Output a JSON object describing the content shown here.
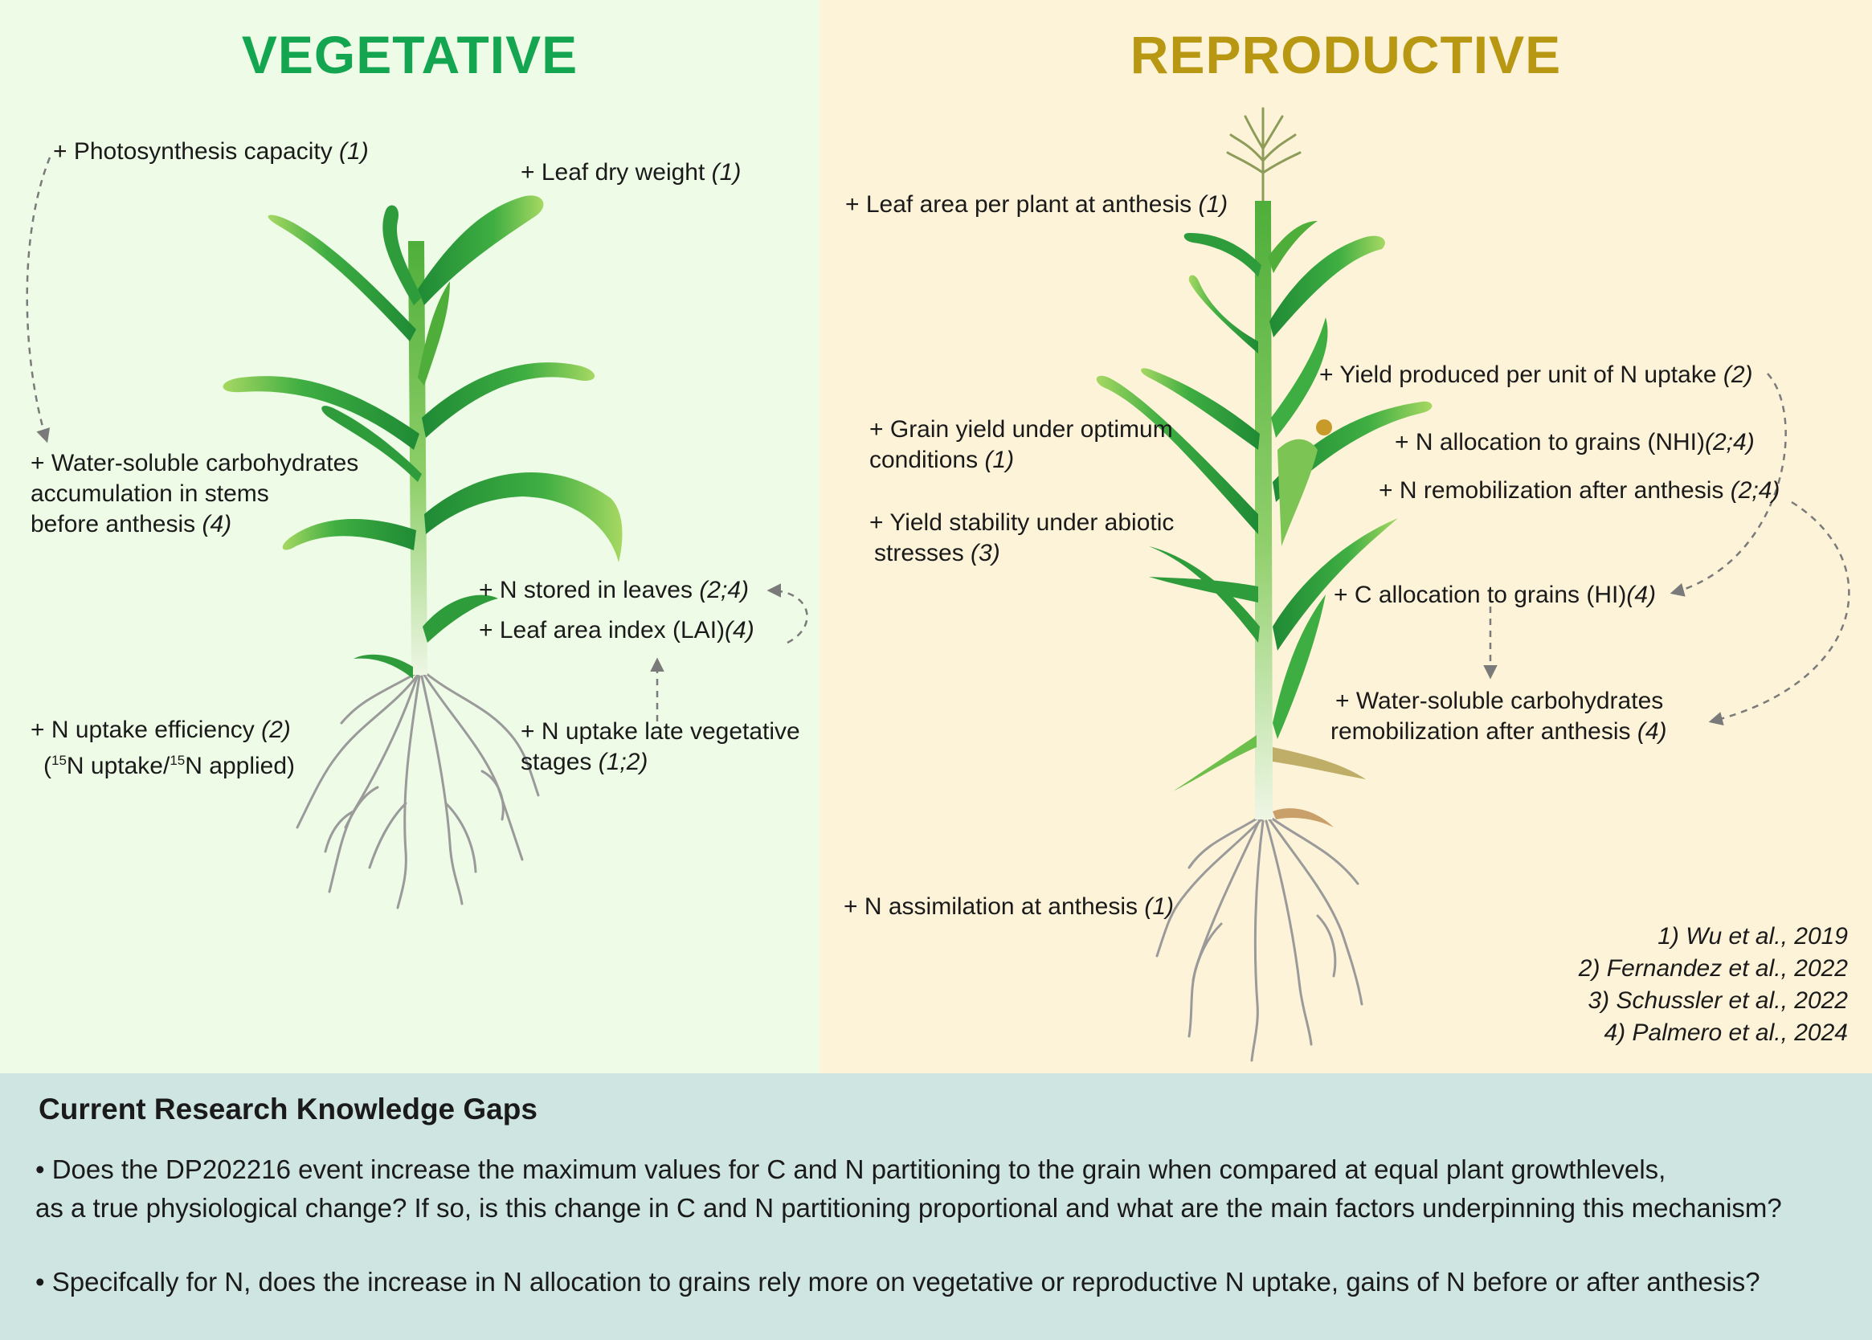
{
  "titles": {
    "vegetative": "VEGETATIVE",
    "reproductive": "REPRODUCTIVE"
  },
  "vegetative": {
    "photosynthesis": {
      "text": "+ Photosynthesis capacity ",
      "ref": "(1)"
    },
    "leaf_dry_weight": {
      "text": "+ Leaf dry weight ",
      "ref": "(1)"
    },
    "wsc_accumulation": {
      "line1": "+ Water-soluble carbohydrates",
      "line2": "accumulation in stems",
      "line3": "before anthesis ",
      "ref": "(4)"
    },
    "n_stored": {
      "text": "+ N stored in leaves ",
      "ref": "(2;4)"
    },
    "lai": {
      "text": "+ Leaf area index (LAI)",
      "ref": "(4)"
    },
    "n_uptake_efficiency": {
      "line1": "+ N uptake efficiency ",
      "ref": "(2)",
      "paren_open": "(",
      "sup1": "15",
      "mid": "N uptake/",
      "sup2": "15",
      "paren_close": "N applied)"
    },
    "n_uptake_late": {
      "line1": "+ N uptake late vegetative",
      "line2": "stages ",
      "ref": "(1;2)"
    }
  },
  "reproductive": {
    "leaf_area_anthesis": {
      "text": "+ Leaf area per plant at anthesis ",
      "ref": "(1)"
    },
    "yield_per_n": {
      "text": "+ Yield produced per unit of N uptake ",
      "ref": "(2)"
    },
    "grain_yield_optimum": {
      "line1": "+ Grain yield under optimum",
      "line2": "conditions ",
      "ref": "(1)"
    },
    "nhi": {
      "text": "+ N allocation to grains (NHI)",
      "ref": "(2;4)"
    },
    "n_remobilization": {
      "text": "+ N remobilization after anthesis ",
      "ref": "(2;4)"
    },
    "yield_stability": {
      "line1": "+ Yield stability under abiotic",
      "line2": "stresses ",
      "ref": "(3)"
    },
    "hi": {
      "text": "+ C allocation to grains (HI)",
      "ref": "(4)"
    },
    "wsc_remobilization": {
      "line1": "+ Water-soluble carbohydrates",
      "line2": "remobilization after anthesis ",
      "ref": "(4)"
    },
    "n_assimilation": {
      "text": "+ N assimilation at anthesis ",
      "ref": "(1)"
    }
  },
  "references": [
    "1) Wu et al., 2019",
    "2) Fernandez et al., 2022",
    "3) Schussler et al., 2022",
    "4) Palmero et al., 2024"
  ],
  "gaps": {
    "title": "Current Research Knowledge Gaps",
    "item1_line1": "• Does the DP202216 event increase the maximum values for C and N partitioning to the grain when compared at equal plant growthlevels,",
    "item1_line2": "as a true physiological change? If so, is this change in C and N partitioning proportional and what are the main factors underpinning this mechanism?",
    "item2_line1": "• Specifcally for N, does the increase in N allocation to grains rely more on vegetative or reproductive N uptake, gains of N before or after anthesis?"
  },
  "colors": {
    "vegetative_title": "#13a54f",
    "reproductive_title": "#b89712",
    "vegetative_bg": "#eefbe6",
    "reproductive_bg": "#fdf3d8",
    "gaps_bg": "#cfe5e1",
    "arrow": "#7a7a7a",
    "leaf_dark": "#1f8a35",
    "leaf_light": "#9bd35a"
  }
}
